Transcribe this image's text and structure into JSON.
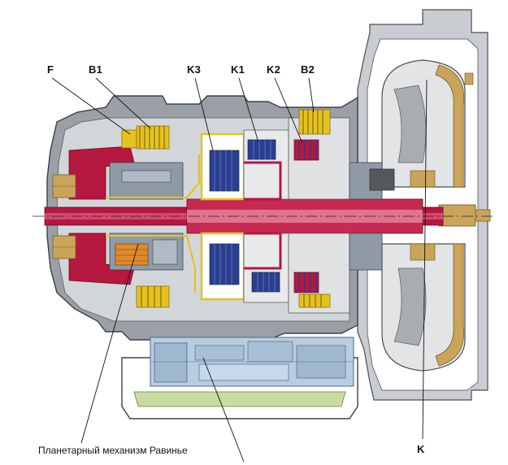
{
  "labels": {
    "F": "F",
    "B1": "B1",
    "K3": "K3",
    "K1": "K1",
    "K2": "K2",
    "B2": "B2",
    "K": "K"
  },
  "caption": "Планетарный механизм Равинье",
  "colors": {
    "housing": "#8a8f94",
    "housing_light": "#c9cdd1",
    "shaft_red": "#b5173f",
    "shaft_pink": "#d14a6c",
    "clutch_blue": "#2b3f8c",
    "clutch_yellow": "#e6c21e",
    "bronze": "#c9a45a",
    "valve_body": "#b9cde0",
    "oil_pan": "#c8dca0",
    "orange": "#e08a2a"
  }
}
